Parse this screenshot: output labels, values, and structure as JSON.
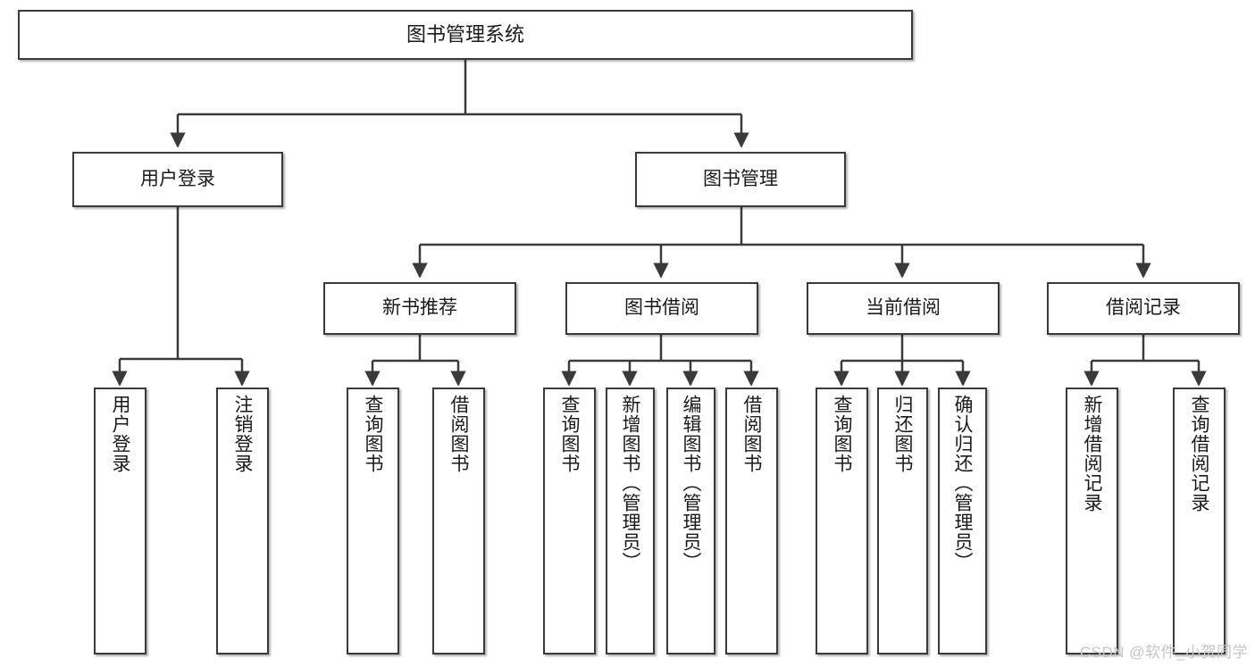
{
  "diagram": {
    "title": "图书管理系统",
    "type": "hierarchy-tree",
    "root": {
      "label": "图书管理系统"
    },
    "level2": [
      {
        "label": "用户登录"
      },
      {
        "label": "图书管理"
      }
    ],
    "level3": [
      {
        "label": "新书推荐"
      },
      {
        "label": "图书借阅"
      },
      {
        "label": "当前借阅"
      },
      {
        "label": "借阅记录"
      }
    ],
    "leaves": [
      {
        "label": "用户登录"
      },
      {
        "label": "注销登录"
      },
      {
        "label": "查询图书"
      },
      {
        "label": "借阅图书"
      },
      {
        "label": "查询图书"
      },
      {
        "label": "新增图书（管理员）"
      },
      {
        "label": "编辑图书（管理员）"
      },
      {
        "label": "借阅图书"
      },
      {
        "label": "查询图书"
      },
      {
        "label": "归还图书"
      },
      {
        "label": "确认归还（管理员）"
      },
      {
        "label": "新增借阅记录"
      },
      {
        "label": "查询借阅记录"
      }
    ],
    "watermark": "CSDN @软件_小贺同学",
    "colors": {
      "stroke": "#3a3a3a",
      "fill": "#ffffff",
      "text": "#1a1a1a",
      "watermark": "#c6c6c6"
    }
  }
}
